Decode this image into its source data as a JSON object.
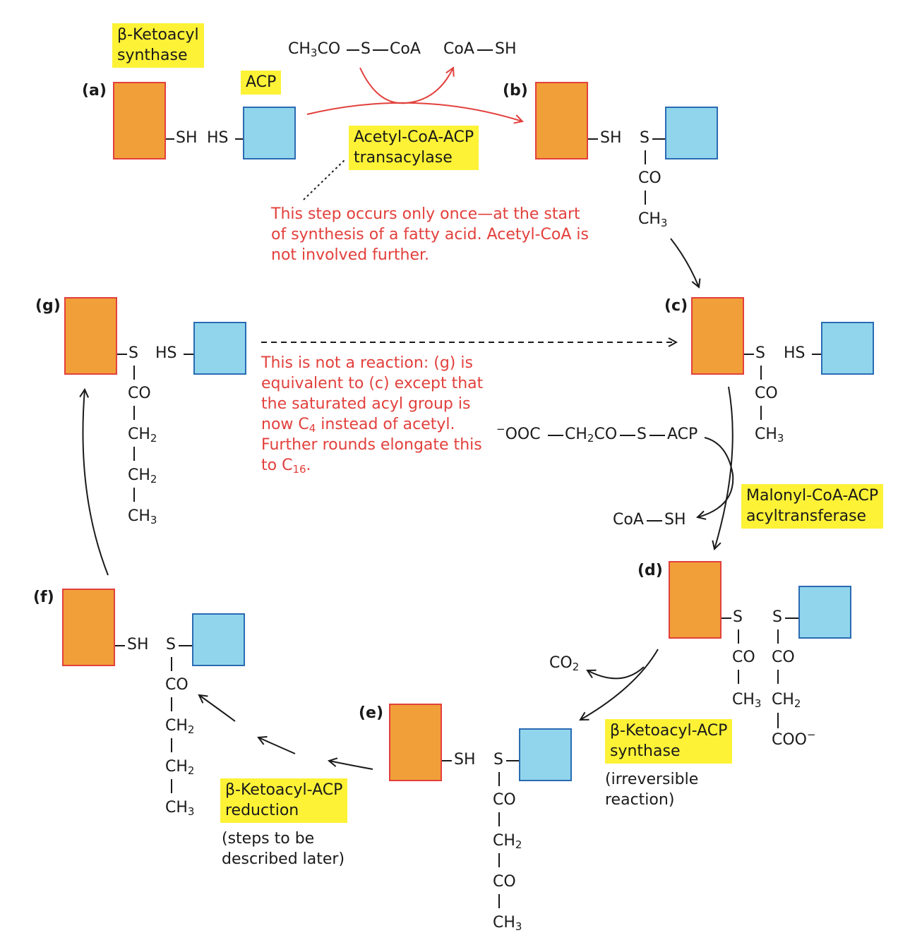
{
  "colors": {
    "synthase_box": "#f19f38",
    "synthase_border": "#e2403c",
    "acp_box": "#90d5ec",
    "acp_border": "#2a6bb3",
    "highlight": "#fdf236",
    "note_red": "#e2403c",
    "arrow": "#1a1a1a"
  },
  "panels": {
    "a": "(a)",
    "b": "(b)",
    "c": "(c)",
    "d": "(d)",
    "e": "(e)",
    "f": "(f)",
    "g": "(g)"
  },
  "enzymes": {
    "ketoacyl_synthase_1": "β-Ketoacyl",
    "ketoacyl_synthase_2": "synthase",
    "acp": "ACP",
    "transacylase_1": "Acetyl-CoA-ACP",
    "transacylase_2": "transacylase",
    "malonyl_transferase_1": "Malonyl-CoA-ACP",
    "malonyl_transferase_2": "acyltransferase",
    "acp_synthase_1": "β-Ketoacyl-ACP",
    "acp_synthase_2": "synthase",
    "reduction_1": "β-Ketoacyl-ACP",
    "reduction_2": "reduction"
  },
  "notes": {
    "once_1": "This step occurs only once—at the start",
    "once_2": "of synthesis of a fatty acid. Acetyl-CoA is",
    "once_3": "not involved further.",
    "equiv_1": "This is not a reaction: (g) is",
    "equiv_2": "equivalent to (c) except that",
    "equiv_3": "the saturated acyl group is",
    "equiv_4_pre": "now C",
    "equiv_4_sub": "4",
    "equiv_4_post": " instead of acetyl.",
    "equiv_5": "Further rounds elongate this",
    "equiv_6_pre": "to C",
    "equiv_6_sub": "16",
    "equiv_6_post": ".",
    "irreversible_1": "(irreversible",
    "irreversible_2": "reaction)",
    "later_1": "(steps to be",
    "later_2": "described later)"
  },
  "chem": {
    "acetyl_coa_pre": "CH",
    "acetyl_coa_sub": "3",
    "acetyl_coa_post": "CO",
    "s": "S",
    "coa": "CoA",
    "coa_sh_left": "CoA",
    "coa_sh_right": "SH",
    "sh": "SH",
    "hs": "HS",
    "co": "CO",
    "ch_pre": "CH",
    "ch3_sub": "3",
    "ch2_sub": "2",
    "coo": "COO",
    "minus": "−",
    "co2_pre": "CO",
    "co2_sub": "2",
    "malonyl_minus": "−",
    "malonyl_ooc": "OOC",
    "malonyl_ch2_pre": "CH",
    "malonyl_ch2_sub": "2",
    "malonyl_co": "CO",
    "malonyl_s": "S",
    "malonyl_acp": "ACP"
  }
}
